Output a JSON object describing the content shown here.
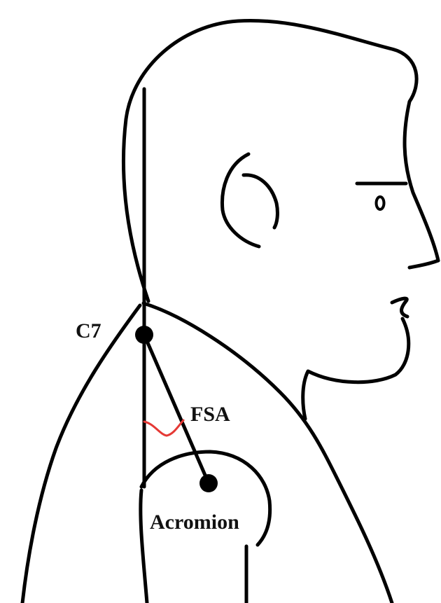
{
  "figure": {
    "labels": {
      "c7": "C7",
      "fsa": "FSA",
      "acromion": "Acromion"
    },
    "colors": {
      "line": "#000000",
      "angle_arc": "#e53935",
      "background": "#ffffff"
    }
  }
}
